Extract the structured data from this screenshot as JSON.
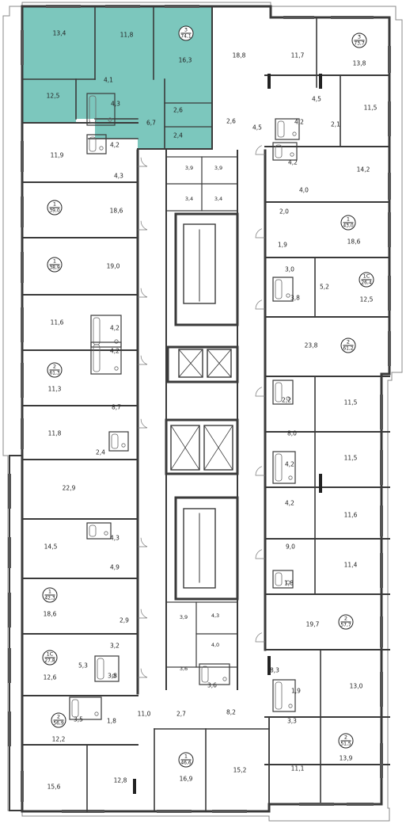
{
  "highlight_color": "#7cc7bd",
  "wall_color": "#3a3a3a",
  "apartments": [
    {
      "rooms": "3",
      "area": "74,1"
    },
    {
      "rooms": "3",
      "area": "73,7"
    },
    {
      "rooms": "1",
      "area": "39,0"
    },
    {
      "rooms": "1",
      "area": "43,0"
    },
    {
      "rooms": "1",
      "area": "38,9"
    },
    {
      "rooms": "1С",
      "area": "26,4"
    },
    {
      "rooms": "2",
      "area": "61,3"
    },
    {
      "rooms": "2",
      "area": "61,2"
    },
    {
      "rooms": "1",
      "area": "42,3"
    },
    {
      "rooms": "2",
      "area": "57,7"
    },
    {
      "rooms": "1С",
      "area": "27,8"
    },
    {
      "rooms": "2",
      "area": "56,9"
    },
    {
      "rooms": "2",
      "area": "51,5"
    },
    {
      "rooms": "1",
      "area": "46,6"
    }
  ],
  "rooms": [
    "13,4",
    "11,8",
    "16,3",
    "4,1",
    "12,5",
    "4,3",
    "6,7",
    "2,6",
    "2,4",
    "18,8",
    "11,7",
    "13,8",
    "4,5",
    "11,5",
    "2,6",
    "4,5",
    "4,2",
    "2,1",
    "11,9",
    "4,2",
    "4,3",
    "18,6",
    "3,9",
    "3,9",
    "3,4",
    "3,4",
    "4,2",
    "14,2",
    "4,0",
    "2,0",
    "18,6",
    "1,9",
    "19,0",
    "3,0",
    "5,2",
    "3,8",
    "12,5",
    "11,6",
    "4,2",
    "23,8",
    "4,2",
    "11,3",
    "2,2",
    "8,7",
    "11,5",
    "11,8",
    "8,0",
    "2,4",
    "11,5",
    "22,9",
    "4,2",
    "4,2",
    "11,6",
    "4,3",
    "14,5",
    "9,0",
    "4,9",
    "11,4",
    "1,8",
    "18,6",
    "2,9",
    "3,9",
    "4,3",
    "19,7",
    "3,2",
    "4,0",
    "5,3",
    "3,8",
    "8,3",
    "12,6",
    "3,6",
    "3,6",
    "13,0",
    "1,9",
    "3,3",
    "3,5",
    "1,8",
    "11,0",
    "2,7",
    "8,2",
    "12,2",
    "11,1",
    "13,9",
    "15,6",
    "12,8",
    "16,9",
    "15,2"
  ]
}
